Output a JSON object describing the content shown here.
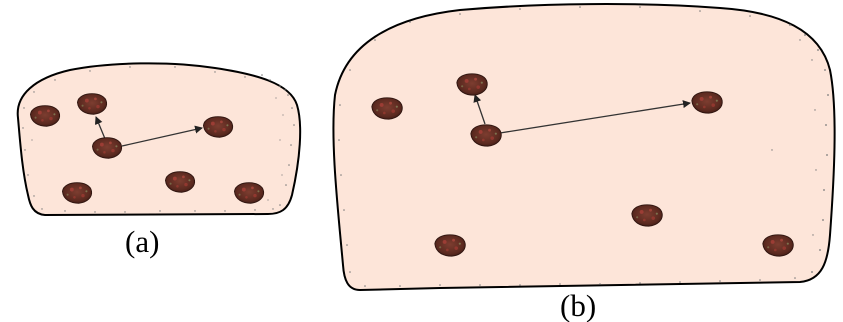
{
  "panels": [
    {
      "id": "a",
      "caption": "(a)"
    },
    {
      "id": "b",
      "caption": "(b)"
    }
  ],
  "colors": {
    "background": "#fde5d9",
    "outline": "#000000",
    "stipple": "#8a8a8a",
    "particle_fill": "#6a3226",
    "particle_dark": "#3b1a14",
    "particle_spot": "#b0413a",
    "arrow": "#333333"
  },
  "icons": {
    "particle": "particle-icon",
    "arrow": "displacement-arrow"
  }
}
